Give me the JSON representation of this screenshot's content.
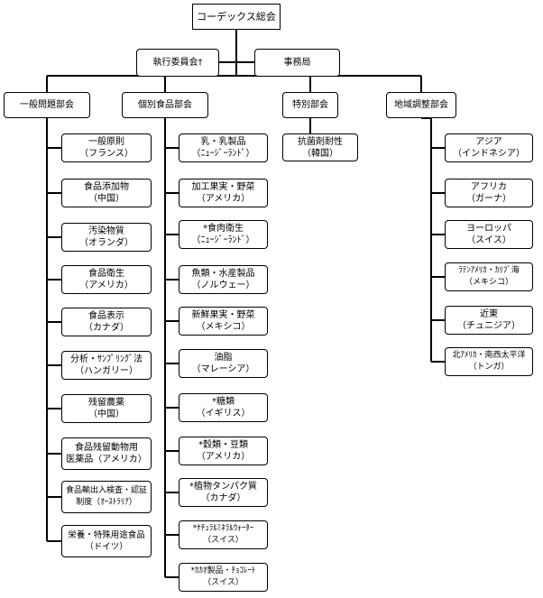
{
  "root": {
    "label": "コーデックス総会"
  },
  "exec": {
    "label": "執行委員会†"
  },
  "secretariat": {
    "label": "事務局"
  },
  "general": {
    "title": "一般問題部会",
    "items": [
      {
        "name": "一般原則",
        "country": "（フランス）"
      },
      {
        "name": "食品添加物",
        "country": "（中国）"
      },
      {
        "name": "汚染物質",
        "country": "（オランダ）"
      },
      {
        "name": "食品衛生",
        "country": "（アメリカ）"
      },
      {
        "name": "食品表示",
        "country": "（カナダ）"
      },
      {
        "name": "分析・ｻﾝﾌﾟﾘﾝｸﾞ法",
        "country": "（ハンガリー）"
      },
      {
        "name": "残留農薬",
        "country": "（中国）"
      },
      {
        "name": "食品残留動物用",
        "country": "医薬品（アメリカ）"
      },
      {
        "name": "食品輸出入検査・認証",
        "country": "制度（ｵｰｽﾄﾗﾘｱ）"
      },
      {
        "name": "栄養・特殊用途食品",
        "country": "（ドイツ）"
      }
    ]
  },
  "commodity": {
    "title": "個別食品部会",
    "items": [
      {
        "name": "乳・乳製品",
        "country": "（ﾆｭｰｼﾞｰﾗﾝﾄﾞ）"
      },
      {
        "name": "加工果実・野菜",
        "country": "（アメリカ）"
      },
      {
        "name": "*食肉衛生",
        "country": "（ﾆｭｰｼﾞｰﾗﾝﾄﾞ）"
      },
      {
        "name": "魚類・水産製品",
        "country": "（ノルウェー）"
      },
      {
        "name": "新鮮果実・野菜",
        "country": "（メキシコ）"
      },
      {
        "name": "油脂",
        "country": "（マレーシア）"
      },
      {
        "name": "*糖類",
        "country": "（イギリス）"
      },
      {
        "name": "*穀類・豆類",
        "country": "（アメリカ）"
      },
      {
        "name": "*植物タンパク質",
        "country": "（カナダ）"
      },
      {
        "name": "*ﾅﾁｭﾗﾙﾐﾈﾗﾙｳｫｰﾀｰ",
        "country": "（スイス）"
      },
      {
        "name": "*ｶｶｵ製品・ﾁｮｺﾚｰﾄ",
        "country": "（スイス）"
      }
    ]
  },
  "special": {
    "title": "特別部会",
    "items": [
      {
        "name": "抗菌剤耐性",
        "country": "（韓国）"
      }
    ]
  },
  "regional": {
    "title": "地域調整部会",
    "items": [
      {
        "name": "アジア",
        "country": "（インドネシア）"
      },
      {
        "name": "アフリカ",
        "country": "（ガーナ）"
      },
      {
        "name": "ヨーロッパ",
        "country": "（スイス）"
      },
      {
        "name": "ﾗﾃﾝｱﾒﾘｶ・ｶﾘﾌﾞ海",
        "country": "（メキシコ）"
      },
      {
        "name": "近東",
        "country": "（チュニジア）"
      },
      {
        "name": "北ｱﾒﾘｶ・南西太平洋",
        "country": "（トンガ）"
      }
    ]
  }
}
